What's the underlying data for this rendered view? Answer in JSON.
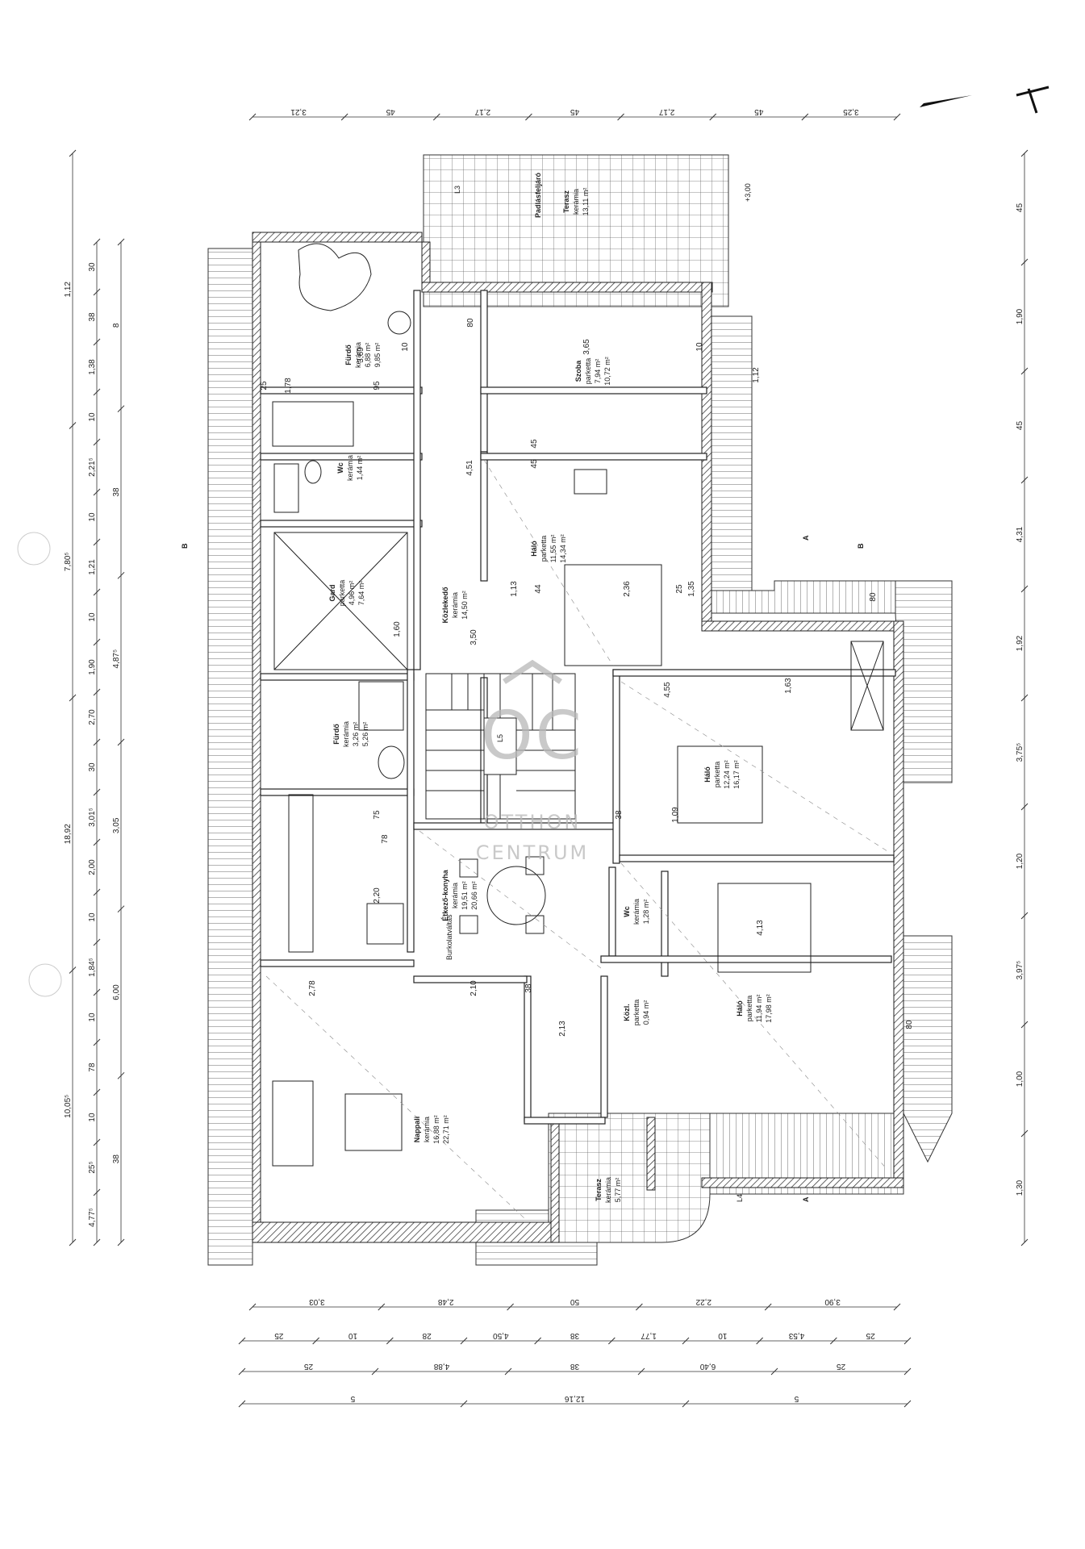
{
  "rooms": [
    {
      "id": "furdo1",
      "name": "Fürdő",
      "floor": "kerámia",
      "area1": "6,88 m²",
      "area2": "9,85 m²"
    },
    {
      "id": "szoba",
      "name": "Szoba",
      "floor": "parketta",
      "area1": "7,94 m²",
      "area2": "10,72 m²"
    },
    {
      "id": "wc1",
      "name": "Wc",
      "floor": "kerámia",
      "area1": "1,44 m²",
      "area2": ""
    },
    {
      "id": "halo1",
      "name": "Háló",
      "floor": "parketta",
      "area1": "11,55 m²",
      "area2": "14,34 m²"
    },
    {
      "id": "gard",
      "name": "Gard",
      "floor": "parketta",
      "area1": "4,96 m²",
      "area2": "7,64 m²"
    },
    {
      "id": "kozlekedo",
      "name": "Közlekedő",
      "floor": "kerámia",
      "area1": "14,50 m²",
      "area2": ""
    },
    {
      "id": "furdo2",
      "name": "Fürdő",
      "floor": "kerámia",
      "area1": "3,26 m²",
      "area2": "5,26 m²"
    },
    {
      "id": "halo2",
      "name": "Háló",
      "floor": "parketta",
      "area1": "12,24 m²",
      "area2": "16,17 m²"
    },
    {
      "id": "etkezo",
      "name": "Étkező-konyha",
      "floor": "kerámia",
      "area1": "19,51 m²",
      "area2": "20,66 m²"
    },
    {
      "id": "wc2",
      "name": "Wc",
      "floor": "kerámia",
      "area1": "1,28 m²",
      "area2": ""
    },
    {
      "id": "kozl",
      "name": "Közl.",
      "floor": "parketta",
      "area1": "0,94 m²",
      "area2": ""
    },
    {
      "id": "halo3",
      "name": "Háló",
      "floor": "parketta",
      "area1": "11,94 m²",
      "area2": "17,98 m²"
    },
    {
      "id": "nappali",
      "name": "Nappali",
      "floor": "kerámia",
      "area1": "16,88 m²",
      "area2": "22,71 m²"
    },
    {
      "id": "terasz1",
      "name": "Terasz",
      "floor": "kerámia",
      "area1": "13,11 m²",
      "area2": ""
    },
    {
      "id": "terasz2",
      "name": "Terasz",
      "floor": "kerámia",
      "area1": "5,77 m²",
      "area2": ""
    }
  ],
  "labels": {
    "padlasfeljaro": "Padlásfeljáró",
    "burkolatvaltas": "Burkolatváltás",
    "section_b": "B",
    "section_a": "A",
    "level": "+3,00",
    "stair_label": "L5",
    "terrace_label": "L4",
    "window_l3": "L3"
  },
  "dims_top": [
    "3,21",
    "45",
    "2,17",
    "45",
    "2,17",
    "45",
    "3,25"
  ],
  "dims_bottom": [
    [
      "3,03",
      "2,48",
      "50",
      "2,22",
      "3,90"
    ],
    [
      "25",
      "10",
      "28",
      "4,50",
      "38",
      "1,77",
      "10",
      "4,53",
      "25"
    ],
    [
      "25",
      "4,88",
      "38",
      "6,40",
      "25"
    ],
    [
      "5",
      "12,16",
      "5"
    ]
  ],
  "dims_right": [
    "45",
    "1,90",
    "45",
    "4,31",
    "1,92",
    "3,75⁵",
    "1,20",
    "3,97⁵",
    "1,00",
    "1,30"
  ],
  "dims_left_outer": [
    "1,12",
    "7,80⁵",
    "18,92",
    "10,05⁵"
  ],
  "dims_left_inner": [
    "30",
    "38",
    "1,38",
    "10",
    "2,21⁵",
    "10",
    "1,21",
    "10",
    "1,90",
    "2,70",
    "30",
    "3,01⁵",
    "2,00",
    "10",
    "1,84⁵",
    "10",
    "78",
    "10",
    "25⁵",
    "4,77⁵"
  ],
  "dims_left_col3": [
    "8",
    "38",
    "4,87⁵",
    "3,05",
    "6,00",
    "38"
  ],
  "dims_inner": [
    "3,69",
    "1,78",
    "25",
    "95",
    "10",
    "3,65",
    "10",
    "4,51",
    "45",
    "45",
    "1,13",
    "44",
    "2,36",
    "25",
    "1,35",
    "1,60",
    "3,50",
    "1,63",
    "4,55",
    "1,09",
    "38",
    "75",
    "78",
    "2,20",
    "4,13",
    "2,78",
    "2,10",
    "38",
    "2,13",
    "80",
    "80",
    "80",
    "1,12"
  ],
  "watermark": {
    "line1": "OTTHON",
    "line2": "CENTRUM",
    "logo": "OC"
  }
}
